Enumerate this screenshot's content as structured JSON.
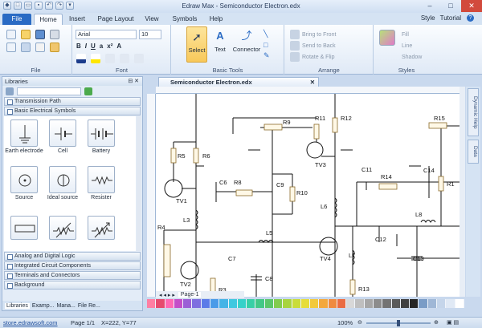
{
  "window": {
    "title": "Edraw Max - Semiconductor Electron.edx"
  },
  "ribbon_tabs": [
    "File",
    "Home",
    "Insert",
    "Page Layout",
    "View",
    "Symbols",
    "Help"
  ],
  "ribbon_right": {
    "style": "Style",
    "tutorial": "Tutorial"
  },
  "groups": {
    "file": "File",
    "font": "Font",
    "basic_tools": "Basic Tools",
    "arrange": "Arrange",
    "styles": "Styles"
  },
  "font": {
    "family": "Arial",
    "size": "10"
  },
  "tools": {
    "select": "Select",
    "text": "Text",
    "connector": "Connector"
  },
  "arrange": {
    "bring_to_front": "Bring to Front",
    "send_to_back": "Send to Back",
    "rotate_flip": "Rotate & Flip"
  },
  "styles": {
    "fill": "Fill",
    "line": "Line",
    "shadow": "Shadow"
  },
  "libraries": {
    "title": "Libraries",
    "categories_top": [
      "Transmission Path",
      "Basic Electrical Symbols"
    ],
    "shapes": [
      "Earth electrode",
      "Cell",
      "Battery",
      "Source",
      "Ideal source",
      "Resister"
    ],
    "categories_bottom": [
      "Analog and Digital Logic",
      "Integrated Circuit Components",
      "Terminals and Connectors",
      "Background"
    ],
    "bottom_tabs": [
      "Libraries",
      "Examp...",
      "Mana...",
      "File Re..."
    ]
  },
  "document": {
    "tab": "Semiconductor Electron.edx",
    "page_tab": "Page-1",
    "component_labels": [
      "R9",
      "R11",
      "R12",
      "R15",
      "R5",
      "R6",
      "TV3",
      "C11",
      "R14",
      "C14",
      "R1",
      "C6",
      "R8",
      "C9",
      "R10",
      "TV1",
      "L3",
      "L6",
      "L8",
      "R4",
      "L5",
      "C12",
      "C7",
      "TV4",
      "L7",
      "C13",
      "C8",
      "TV2",
      "R3",
      "R13"
    ]
  },
  "right_panel_tabs": [
    "Dynamic Help",
    "Data"
  ],
  "palette_colors": [
    "#ff7fa3",
    "#e64b6e",
    "#ff69b4",
    "#c44ec8",
    "#9b5fd6",
    "#7e6fe0",
    "#5b7be8",
    "#4a9be8",
    "#44b3e6",
    "#3fc8e0",
    "#37d1c9",
    "#38cfa6",
    "#43c887",
    "#5bc66a",
    "#82cc4e",
    "#a8d43f",
    "#c9dc3a",
    "#e6dd3a",
    "#f2c93c",
    "#f3a83d",
    "#ef8a40",
    "#ea6c43",
    "#d8d8d8",
    "#bfbfbf",
    "#a6a6a6",
    "#8c8c8c",
    "#737373",
    "#5a5a5a",
    "#404040",
    "#262626",
    "#7a9cc6",
    "#9fb7d6",
    "#c5d5ea",
    "#e0e9f5",
    "#ffffff"
  ],
  "status": {
    "url": "store.edrawsoft.com",
    "page": "Page 1/1",
    "coords": "X=222, Y=77",
    "zoom": "100%"
  }
}
